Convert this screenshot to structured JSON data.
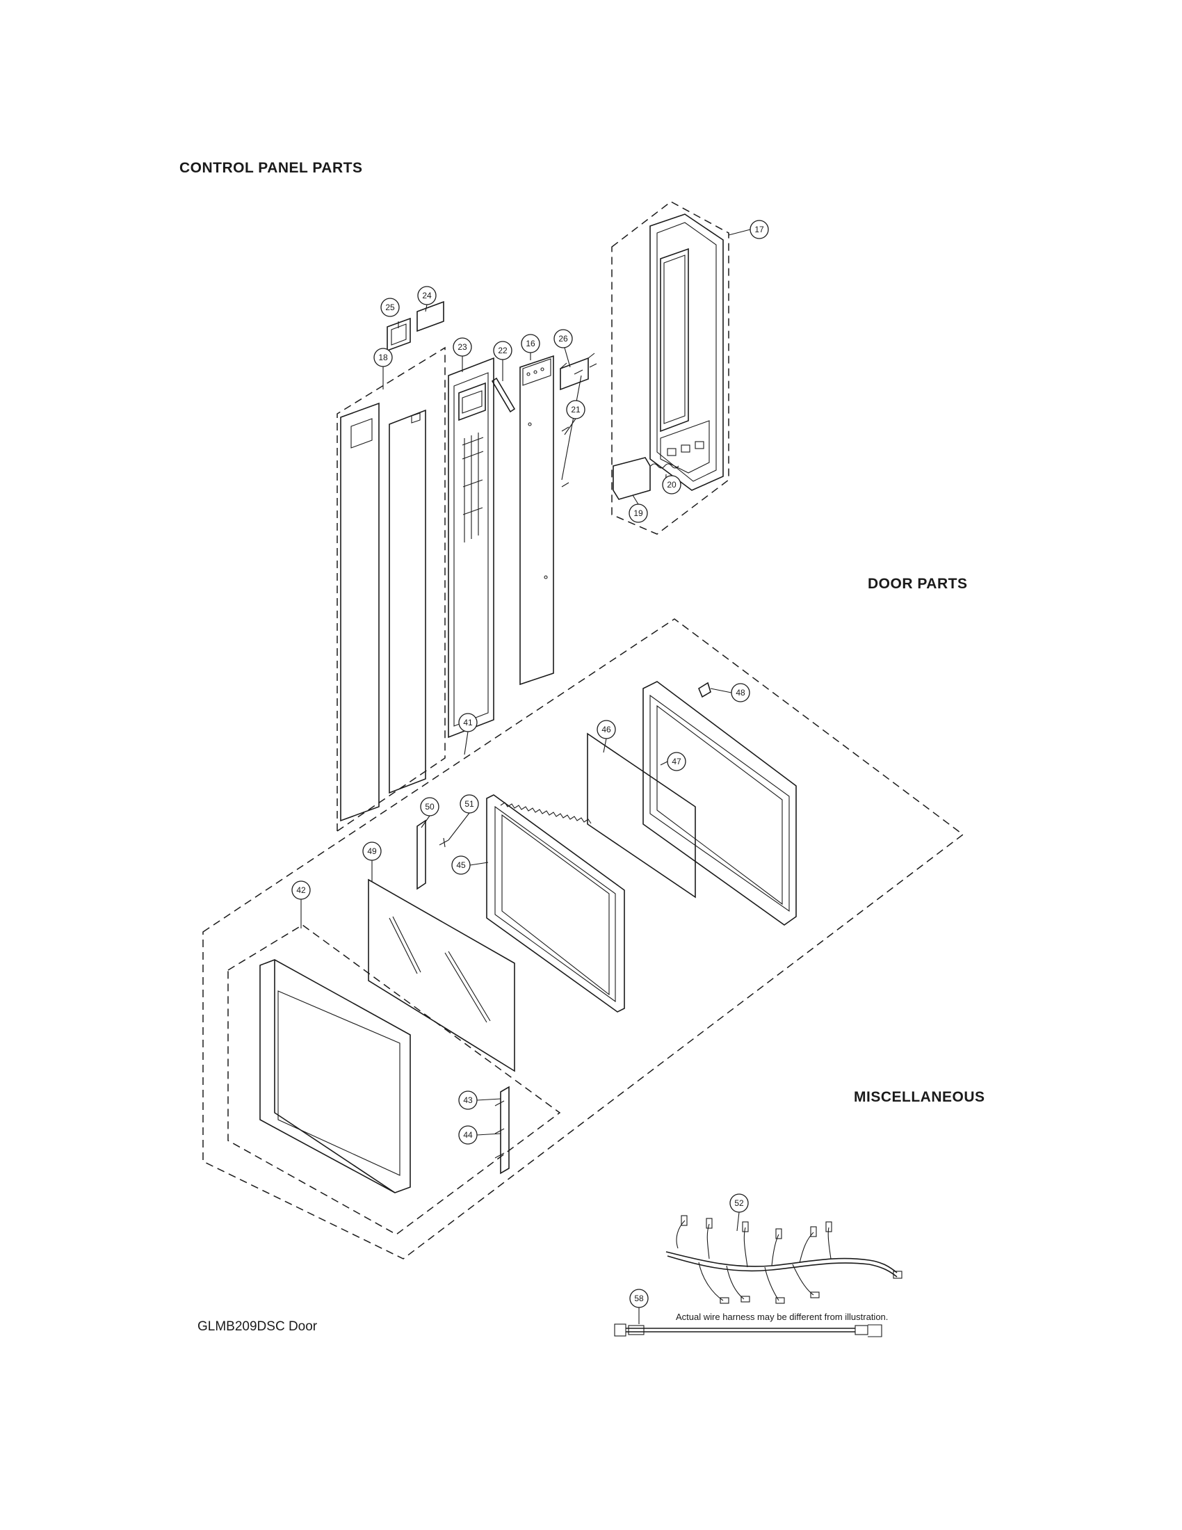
{
  "sections": {
    "control_panel": "CONTROL PANEL PARTS",
    "door": "DOOR PARTS",
    "misc": "MISCELLANEOUS"
  },
  "model_label": "GLMB209DSC Door",
  "harness_note": "Actual wire harness may be different from illustration.",
  "callouts": {
    "c17": "17",
    "c24": "24",
    "c25": "25",
    "c18": "18",
    "c23": "23",
    "c22": "22",
    "c16": "16",
    "c26": "26",
    "c21": "21",
    "c20": "20",
    "c19": "19",
    "c48": "48",
    "c41": "41",
    "c46": "46",
    "c47": "47",
    "c50": "50",
    "c51": "51",
    "c49": "49",
    "c45": "45",
    "c42": "42",
    "c43": "43",
    "c44": "44",
    "c52": "52",
    "c58": "58"
  }
}
